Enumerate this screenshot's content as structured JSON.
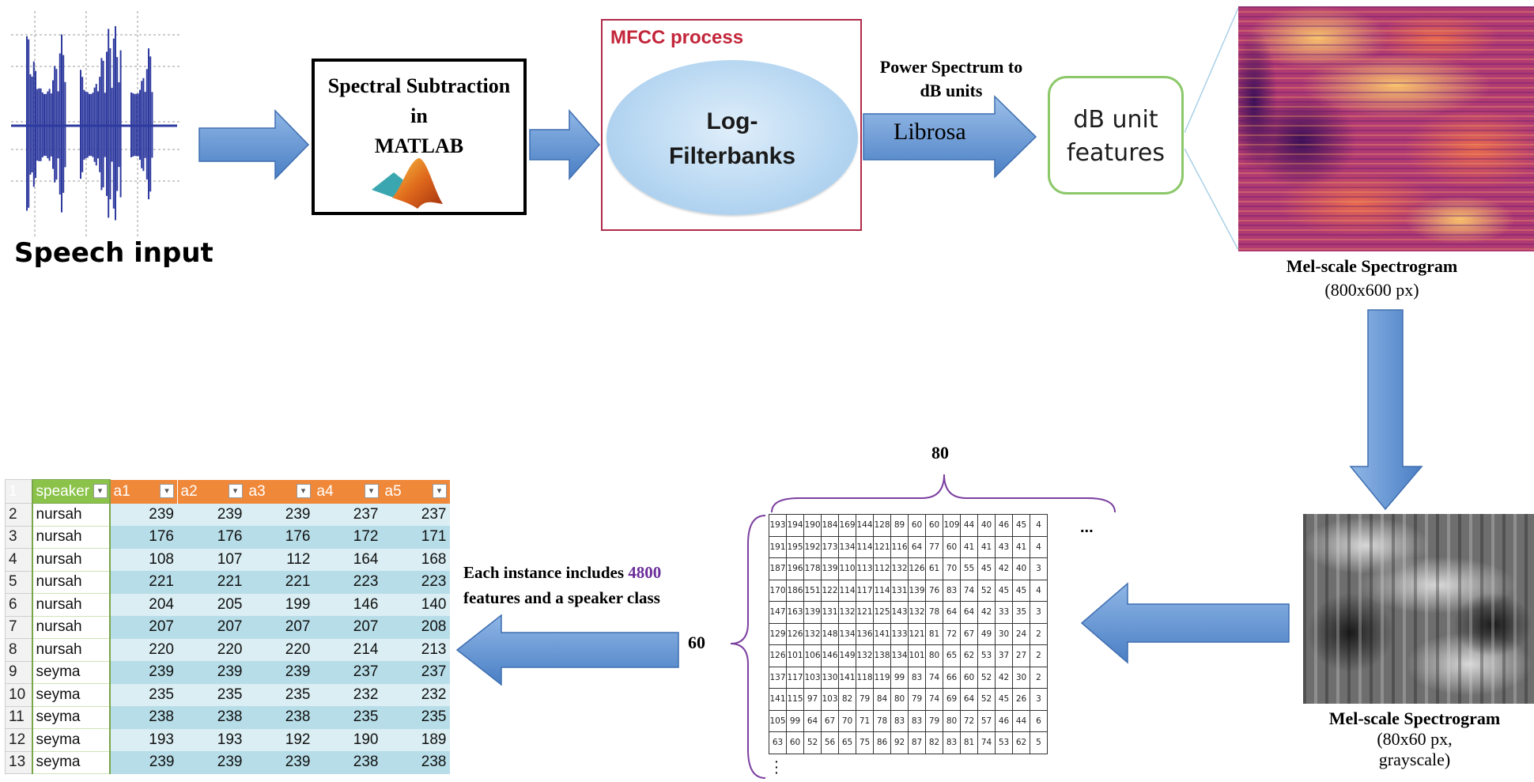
{
  "speech_input": {
    "label": "Speech input"
  },
  "spectral_subtraction": {
    "line1": "Spectral Subtraction",
    "line2": "in",
    "line3": "MATLAB"
  },
  "mfcc": {
    "title": "MFCC process",
    "line1": "Log-",
    "line2": "Filterbanks"
  },
  "power_spectrum": {
    "line1": "Power Spectrum to",
    "line2": "dB units",
    "tool": "Librosa"
  },
  "db_features": {
    "line1": "dB unit",
    "line2": "features"
  },
  "mel_color": {
    "title": "Mel-scale Spectrogram",
    "size": "(800x600 px)"
  },
  "mel_gray": {
    "title": "Mel-scale Spectrogram",
    "size1": "(80x60 px,",
    "size2": "grayscale)"
  },
  "matrix": {
    "width_label": "80",
    "height_label": "60",
    "ellipsis_h": "...",
    "rows": [
      [
        "193",
        "194",
        "190",
        "184",
        "169",
        "144",
        "128",
        "89",
        "60",
        "60",
        "109",
        "44",
        "40",
        "46",
        "45",
        "4"
      ],
      [
        "191",
        "195",
        "192",
        "173",
        "134",
        "114",
        "121",
        "116",
        "64",
        "77",
        "60",
        "41",
        "41",
        "43",
        "41",
        "4"
      ],
      [
        "187",
        "196",
        "178",
        "139",
        "110",
        "113",
        "112",
        "132",
        "126",
        "61",
        "70",
        "55",
        "45",
        "42",
        "40",
        "3"
      ],
      [
        "170",
        "186",
        "151",
        "122",
        "114",
        "117",
        "114",
        "131",
        "139",
        "76",
        "83",
        "74",
        "52",
        "45",
        "45",
        "4"
      ],
      [
        "147",
        "163",
        "139",
        "131",
        "132",
        "121",
        "125",
        "143",
        "132",
        "78",
        "64",
        "64",
        "42",
        "33",
        "35",
        "3"
      ],
      [
        "129",
        "126",
        "132",
        "148",
        "134",
        "136",
        "141",
        "133",
        "121",
        "81",
        "72",
        "67",
        "49",
        "30",
        "24",
        "2"
      ],
      [
        "126",
        "101",
        "106",
        "146",
        "149",
        "132",
        "138",
        "134",
        "101",
        "80",
        "65",
        "62",
        "53",
        "37",
        "27",
        "2"
      ],
      [
        "137",
        "117",
        "103",
        "130",
        "141",
        "118",
        "119",
        "99",
        "83",
        "74",
        "66",
        "60",
        "52",
        "42",
        "30",
        "2"
      ],
      [
        "141",
        "115",
        "97",
        "103",
        "82",
        "79",
        "84",
        "80",
        "79",
        "74",
        "69",
        "64",
        "52",
        "45",
        "26",
        "3"
      ],
      [
        "105",
        "99",
        "64",
        "67",
        "70",
        "71",
        "78",
        "83",
        "83",
        "79",
        "80",
        "72",
        "57",
        "46",
        "44",
        "6"
      ],
      [
        "63",
        "60",
        "52",
        "56",
        "65",
        "75",
        "86",
        "92",
        "87",
        "82",
        "83",
        "81",
        "74",
        "53",
        "62",
        "5"
      ]
    ]
  },
  "instance_note": {
    "pre": "Each instance includes",
    "num": "4800",
    "post": "features and a speaker class"
  },
  "spreadsheet": {
    "header": [
      "1",
      "speaker",
      "a1",
      "a2",
      "a3",
      "a4",
      "a5"
    ],
    "rows": [
      [
        "2",
        "nursah",
        "239",
        "239",
        "239",
        "237",
        "237"
      ],
      [
        "3",
        "nursah",
        "176",
        "176",
        "176",
        "172",
        "171"
      ],
      [
        "4",
        "nursah",
        "108",
        "107",
        "112",
        "164",
        "168"
      ],
      [
        "5",
        "nursah",
        "221",
        "221",
        "221",
        "223",
        "223"
      ],
      [
        "6",
        "nursah",
        "204",
        "205",
        "199",
        "146",
        "140"
      ],
      [
        "7",
        "nursah",
        "207",
        "207",
        "207",
        "207",
        "208"
      ],
      [
        "8",
        "nursah",
        "220",
        "220",
        "220",
        "214",
        "213"
      ],
      [
        "9",
        "seyma",
        "239",
        "239",
        "239",
        "237",
        "237"
      ],
      [
        "10",
        "seyma",
        "235",
        "235",
        "235",
        "232",
        "232"
      ],
      [
        "11",
        "seyma",
        "238",
        "238",
        "238",
        "235",
        "235"
      ],
      [
        "12",
        "seyma",
        "193",
        "193",
        "192",
        "190",
        "189"
      ],
      [
        "13",
        "seyma",
        "239",
        "239",
        "239",
        "238",
        "238"
      ]
    ]
  },
  "colors": {
    "arrow": "#5b8fd0",
    "mfcc_border": "#b02a4a",
    "db_border": "#8cc86a",
    "header_orange": "#f0883a",
    "header_green": "#8bc34a"
  }
}
